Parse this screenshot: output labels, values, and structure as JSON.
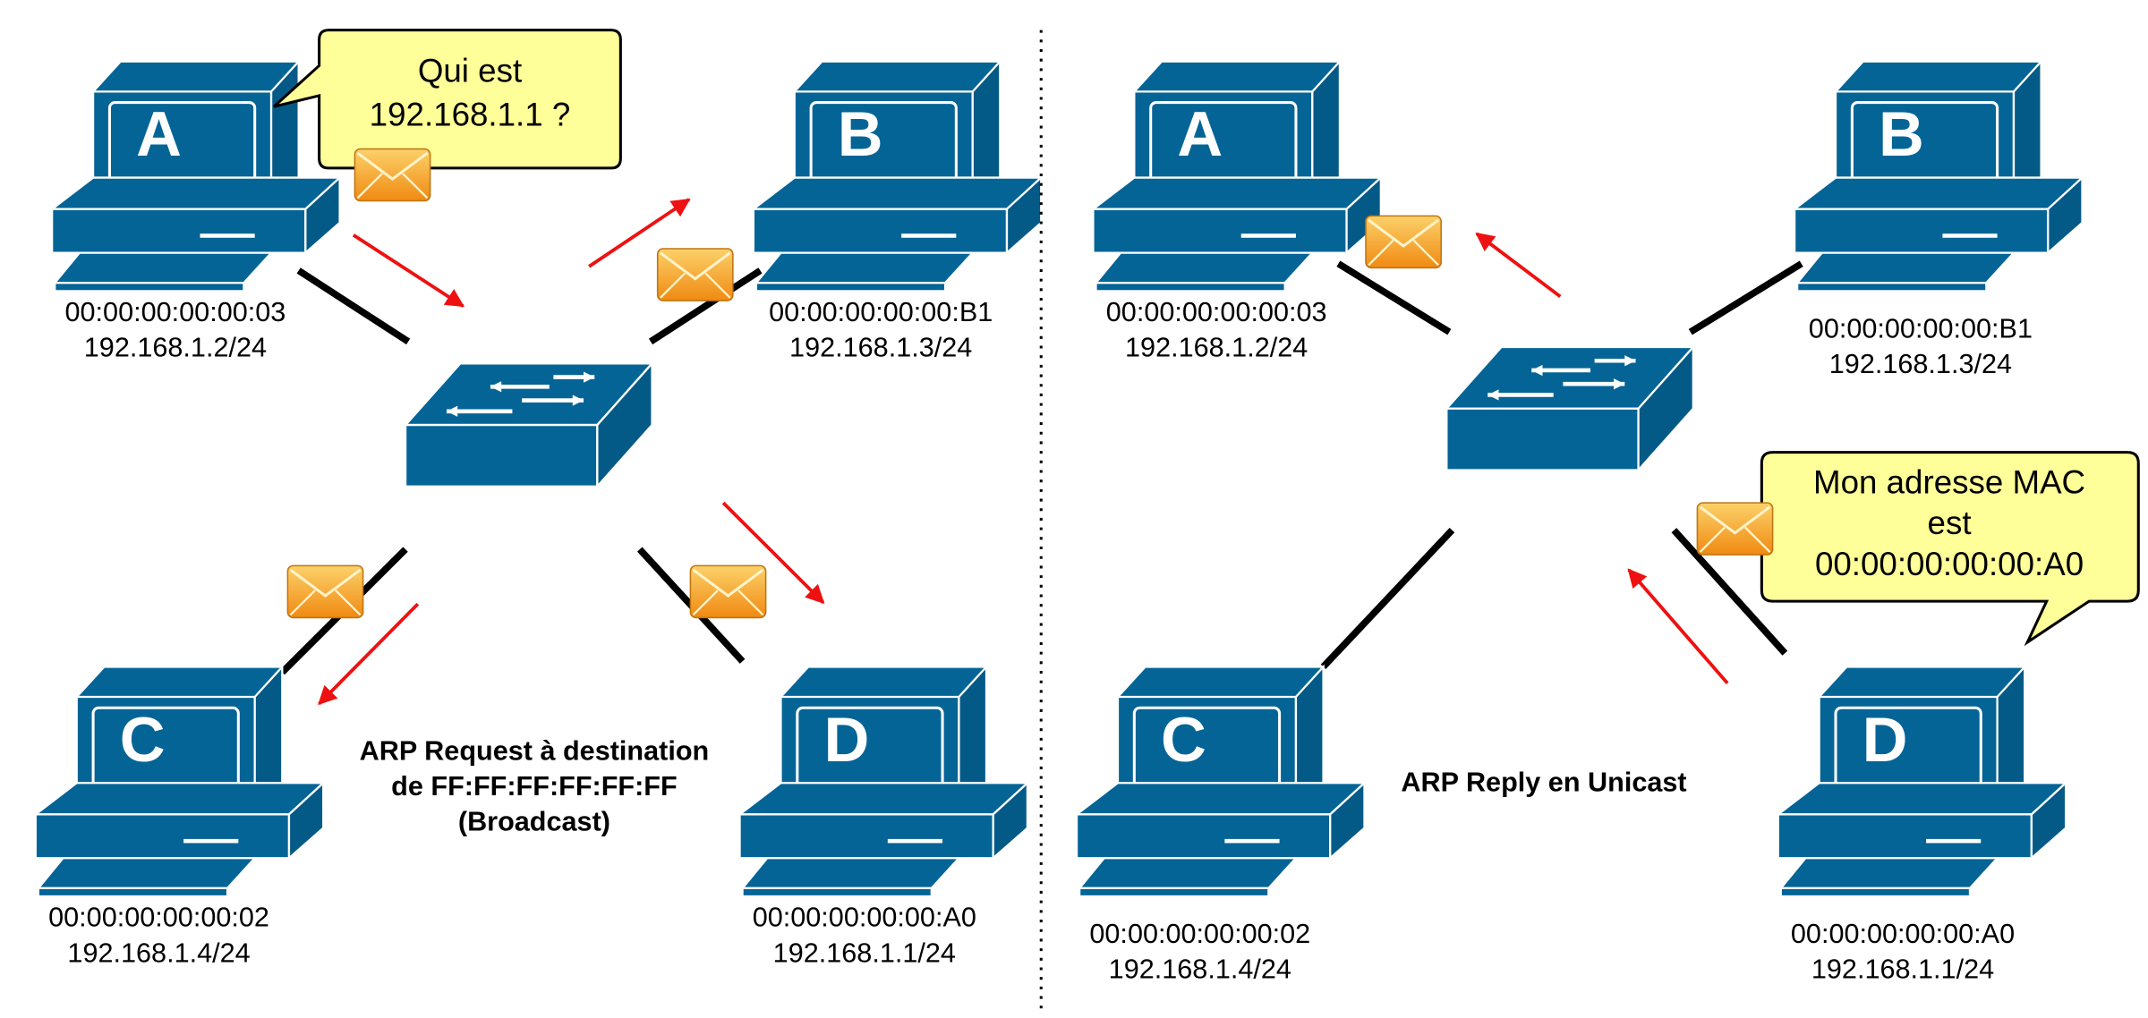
{
  "colors": {
    "device": "#046496",
    "device_outline": "#ffffff",
    "arrow": "#ee1111",
    "link": "#000000",
    "bubble_fill": "#ffff99",
    "envelope": "#f5a623"
  },
  "left_panel": {
    "hosts": {
      "A": {
        "letter": "A",
        "mac": "00:00:00:00:00:03",
        "ip": "192.168.1.2/24"
      },
      "B": {
        "letter": "B",
        "mac": "00:00:00:00:00:B1",
        "ip": "192.168.1.3/24"
      },
      "C": {
        "letter": "C",
        "mac": "00:00:00:00:00:02",
        "ip": "192.168.1.4/24"
      },
      "D": {
        "letter": "D",
        "mac": "00:00:00:00:00:A0",
        "ip": "192.168.1.1/24"
      }
    },
    "bubble": {
      "line1": "Qui est",
      "line2": "192.168.1.1 ?"
    },
    "caption": {
      "line1": "ARP Request à destination",
      "line2": "de FF:FF:FF:FF:FF:FF",
      "line3": "(Broadcast)"
    }
  },
  "right_panel": {
    "hosts": {
      "A": {
        "letter": "A",
        "mac": "00:00:00:00:00:03",
        "ip": "192.168.1.2/24"
      },
      "B": {
        "letter": "B",
        "mac": "00:00:00:00:00:B1",
        "ip": "192.168.1.3/24"
      },
      "C": {
        "letter": "C",
        "mac": "00:00:00:00:00:02",
        "ip": "192.168.1.4/24"
      },
      "D": {
        "letter": "D",
        "mac": "00:00:00:00:00:A0",
        "ip": "192.168.1.1/24"
      }
    },
    "bubble": {
      "line1": "Mon adresse MAC",
      "line2": "est",
      "line3": "00:00:00:00:00:A0"
    },
    "caption": {
      "line1": "ARP Reply en Unicast"
    }
  }
}
